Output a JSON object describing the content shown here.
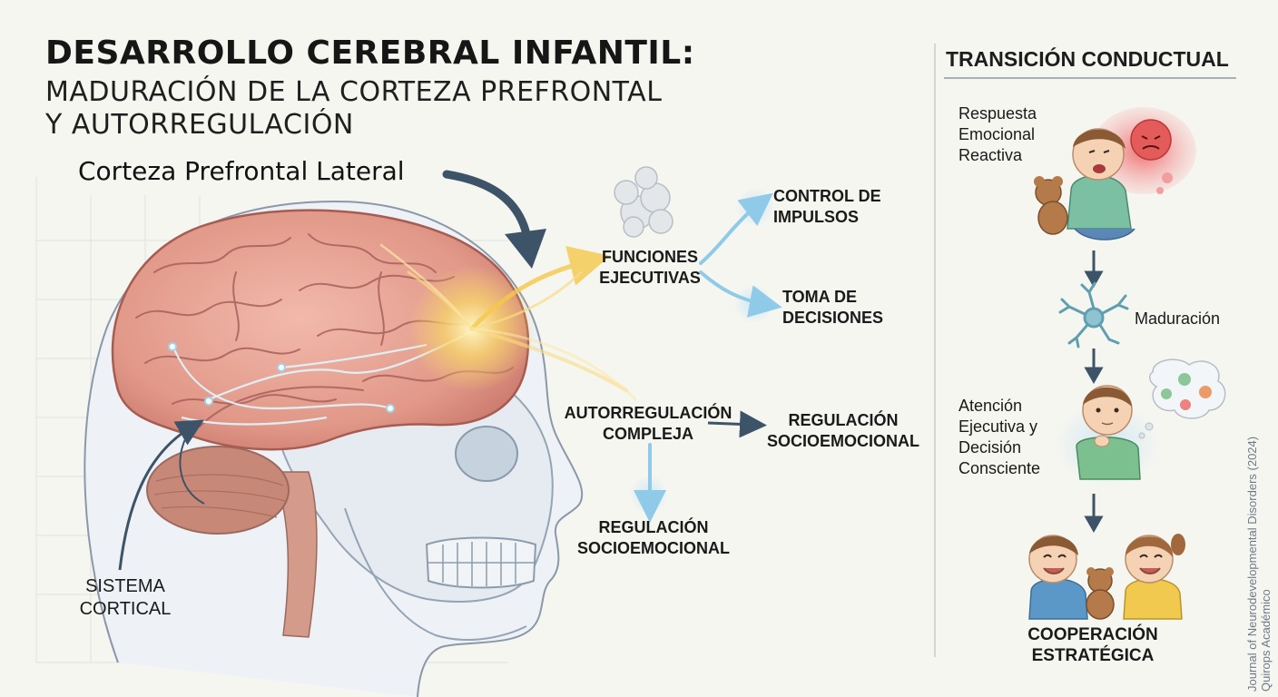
{
  "title": {
    "main": "DESARROLLO CEREBRAL INFANTIL:",
    "line2": "MADURACIÓN DE LA CORTEZA PREFRONTAL",
    "line3": "Y AUTORREGULACIÓN"
  },
  "brain_labels": {
    "pfc": "Corteza Prefrontal Lateral",
    "cortical_1": "SISTEMA",
    "cortical_2": "CORTICAL"
  },
  "functions": {
    "executive_1": "FUNCIONES",
    "executive_2": "EJECUTIVAS",
    "impulse_1": "CONTROL DE",
    "impulse_2": "IMPULSOS",
    "decision_1": "TOMA DE",
    "decision_2": "DECISIONES",
    "selfreg_1": "AUTORREGULACIÓN",
    "selfreg_2": "COMPLEJA",
    "socio_right_1": "REGULACIÓN",
    "socio_right_2": "SOCIOEMOCIONAL",
    "socio_below_1": "REGULACIÓN",
    "socio_below_2": "SOCIOEMOCIONAL"
  },
  "transition": {
    "title": "TRANSICIÓN CONDUCTUAL",
    "reactive": [
      "Respuesta",
      "Emocional",
      "Reactiva"
    ],
    "maturation": "Maduración",
    "attention": [
      "Atención",
      "Ejecutiva y",
      "Decisión",
      "Consciente"
    ],
    "coop_1": "COOPERACIÓN",
    "coop_2": "ESTRATÉGICA"
  },
  "citation": {
    "line1": "Journal of Neurodevelopmental Disorders (2024)",
    "line2": "Quirops Académico"
  },
  "colors": {
    "arrow_dark": "#3d5468",
    "glow_yellow": "#f7d66a",
    "glow_blue": "#9fd4ee",
    "brain_pink": "#e49a8a",
    "angry_red": "#e35b5b",
    "neuron_teal": "#6aa9b8"
  }
}
